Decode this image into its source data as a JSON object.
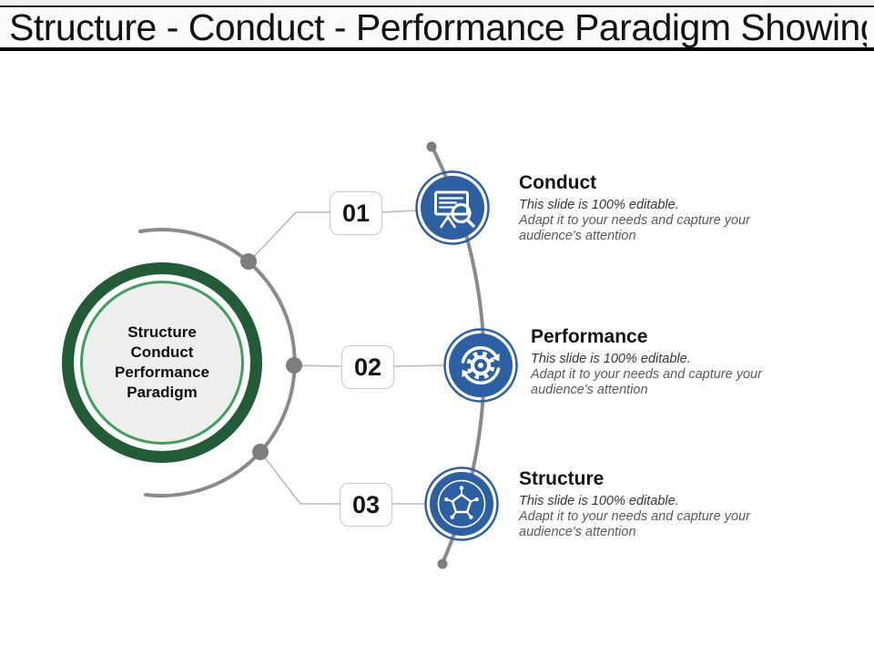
{
  "slide": {
    "title": "Structure - Conduct - Performance Paradigm Showing…"
  },
  "center_circle": {
    "lines": [
      "Structure",
      "Conduct",
      "Performance",
      "Paradigm"
    ]
  },
  "items": [
    {
      "number": "01",
      "title": "Conduct",
      "emphasis": "This slide is 100% editable.",
      "description": "Adapt it to your needs and capture your audience's attention",
      "icon": "presentation-magnifier-icon"
    },
    {
      "number": "02",
      "title": "Performance",
      "emphasis": "This slide is 100% editable.",
      "description": "Adapt it to your needs and capture your audience's attention",
      "icon": "gear-cycle-arrows-icon"
    },
    {
      "number": "03",
      "title": "Structure",
      "emphasis": "This slide is 100% editable.",
      "description": "Adapt it to your needs and capture your audience's attention",
      "icon": "pentagon-network-icon"
    }
  ],
  "colors": {
    "icon_blue": "#2d5fa3",
    "ring_dark_green": "#215c36",
    "ring_light_green": "#3fa05e",
    "arc_gray": "#8a8a8a",
    "dot_gray": "#7d7d7d",
    "line_gray": "#b8b8b8"
  }
}
